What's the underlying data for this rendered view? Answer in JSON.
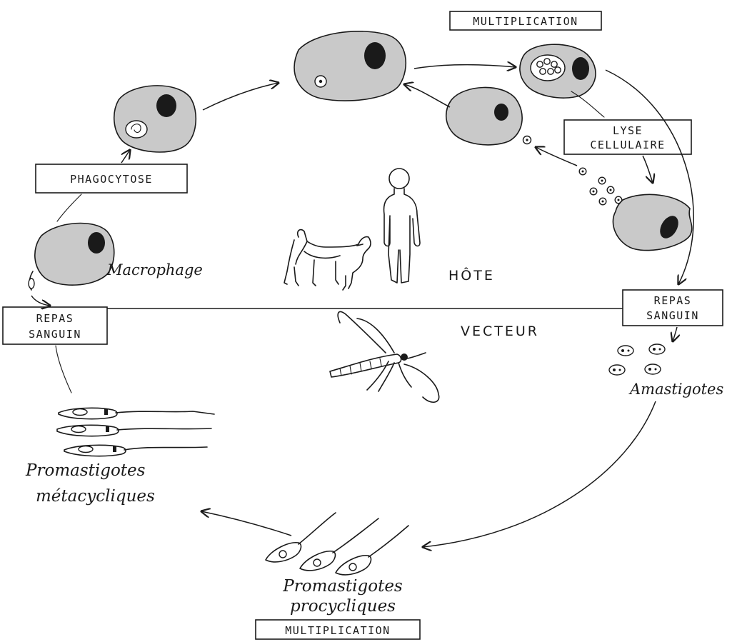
{
  "labels": {
    "multiplication_top": "MULTIPLICATION",
    "lyse_line1": "LYSE",
    "lyse_line2": "CELLULAIRE",
    "phagocytose": "PHAGOCYTOSE",
    "macrophage": "Macrophage",
    "hote": "HÔTE",
    "vecteur": "VECTEUR",
    "repas_sanguin_left_line1": "REPAS",
    "repas_sanguin_left_line2": "SANGUIN",
    "repas_sanguin_right_line1": "REPAS",
    "repas_sanguin_right_line2": "SANGUIN",
    "amastigotes": "Amastigotes",
    "promastigotes_meta_line1": "Promastigotes",
    "promastigotes_meta_line2": "métacycliques",
    "promastigotes_proc_line1": "Promastigotes",
    "promastigotes_proc_line2": "procycliques",
    "multiplication_bottom": "MULTIPLICATION"
  },
  "colors": {
    "ink": "#1a1a1a",
    "cell_fill": "#c9c9c9",
    "background": "#ffffff"
  }
}
